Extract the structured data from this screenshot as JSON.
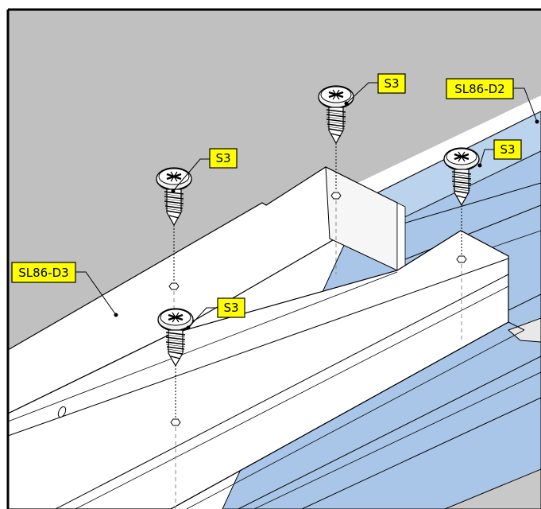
{
  "callouts": {
    "rail_lower": "SL86-D3",
    "rail_upper": "SL86-D2",
    "screw_1": "S3",
    "screw_2": "S3",
    "screw_3": "S3",
    "screw_4": "S3"
  },
  "colors": {
    "background_panel": "#c0c0c0",
    "rail_blue": "#a9c6e8",
    "part_white": "#ffffff",
    "callout_fill": "#ffff00",
    "outline": "#000000"
  }
}
